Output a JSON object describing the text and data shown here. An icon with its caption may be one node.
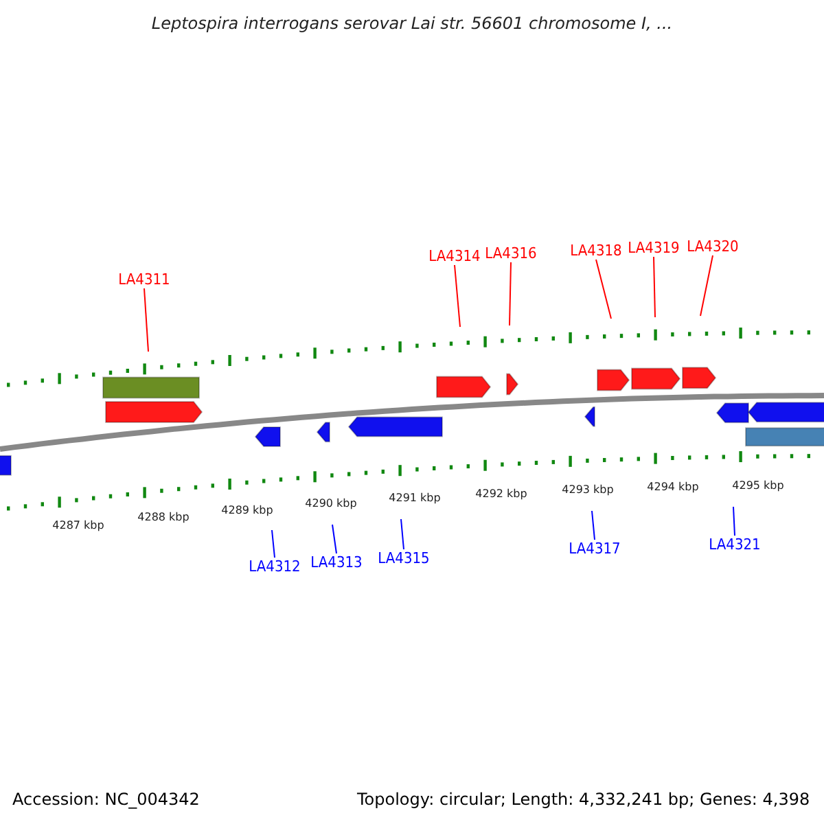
{
  "diagram": {
    "title": "Leptospira interrogans serovar Lai str. 56601 chromosome I, ...",
    "nodes": [
      {
        "text": [
          "LA4311"
        ]
      },
      {
        "text": [
          "LA4314"
        ]
      },
      {
        "text": [
          "LA4316"
        ]
      },
      {
        "text": [
          "LA4318"
        ]
      },
      {
        "text": [
          "LA4319"
        ]
      },
      {
        "text": [
          "LA4320"
        ]
      },
      {
        "text": [
          "LA4312"
        ]
      },
      {
        "text": [
          "LA4313"
        ]
      },
      {
        "text": [
          "LA4315"
        ]
      },
      {
        "text": [
          "LA4317"
        ]
      },
      {
        "text": [
          "LA4321"
        ]
      }
    ],
    "edges": [
      {
        "from": 0,
        "to": null,
        "arrow": "none"
      },
      {
        "from": 1,
        "to": null,
        "arrow": "none"
      },
      {
        "from": 2,
        "to": null,
        "arrow": "none"
      },
      {
        "from": 3,
        "to": null,
        "arrow": "none"
      },
      {
        "from": 4,
        "to": null,
        "arrow": "none"
      },
      {
        "from": 5,
        "to": null,
        "arrow": "none"
      },
      {
        "from": 6,
        "to": null,
        "arrow": "none",
        "color": "#0000ff"
      },
      {
        "from": 7,
        "to": null,
        "arrow": "none",
        "color": "#0000ff"
      },
      {
        "from": 8,
        "to": null,
        "arrow": "none",
        "color": "#0000ff"
      },
      {
        "from": 9,
        "to": null,
        "arrow": "none",
        "color": "#0000ff"
      },
      {
        "from": 10,
        "to": null,
        "arrow": "none",
        "color": "#0000ff"
      }
    ],
    "labels": [
      "4287 kbp",
      "4288 kbp",
      "4289 kbp",
      "4290 kbp",
      "4291 kbp",
      "4292 kbp",
      "4293 kbp",
      "4294 kbp",
      "4295 kbp",
      "Accession: NC_004342",
      "Topology: circular; Length: 4,332,241 bp; Genes: 4,398"
    ]
  }
}
